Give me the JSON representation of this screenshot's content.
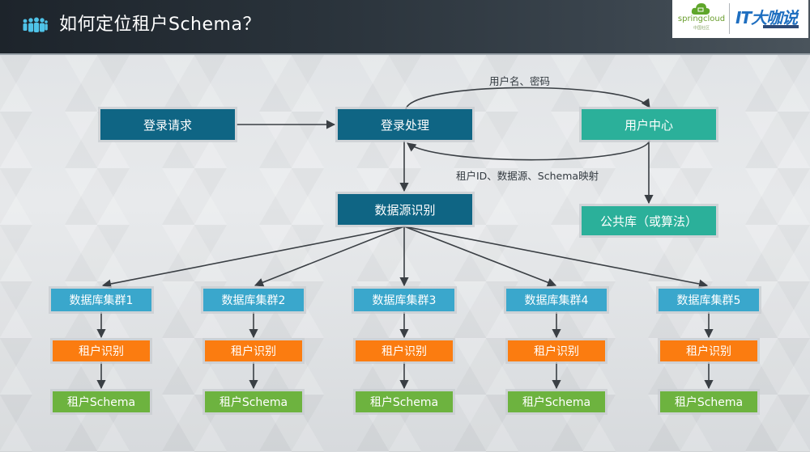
{
  "header": {
    "title": "如何定位租户Schema？",
    "title_icon": "people-group-icon",
    "logos": {
      "springcloud": {
        "name": "springcloud",
        "sub": "中国社区",
        "icon": "cloud-icon"
      },
      "it": {
        "name": "IT大咖说"
      }
    }
  },
  "diagram": {
    "nodes": {
      "login_request": "登录请求",
      "login_process": "登录处理",
      "user_center": "用户中心",
      "datasource_identify": "数据源识别",
      "public_db": "公共库（或算法）"
    },
    "edge_labels": {
      "username_password": "用户名、密码",
      "tenant_mapping": "租户ID、数据源、Schema映射"
    },
    "clusters": [
      {
        "cluster": "数据库集群1",
        "tenant": "租户识别",
        "schema": "租户Schema"
      },
      {
        "cluster": "数据库集群2",
        "tenant": "租户识别",
        "schema": "租户Schema"
      },
      {
        "cluster": "数据库集群3",
        "tenant": "租户识别",
        "schema": "租户Schema"
      },
      {
        "cluster": "数据库集群4",
        "tenant": "租户识别",
        "schema": "租户Schema"
      },
      {
        "cluster": "数据库集群5",
        "tenant": "租户识别",
        "schema": "租户Schema"
      }
    ],
    "colors": {
      "dark_blue": "#0f6584",
      "teal": "#2bb09a",
      "cluster_blue": "#3aa7cc",
      "orange": "#fb7c10",
      "green": "#6db33f"
    }
  }
}
